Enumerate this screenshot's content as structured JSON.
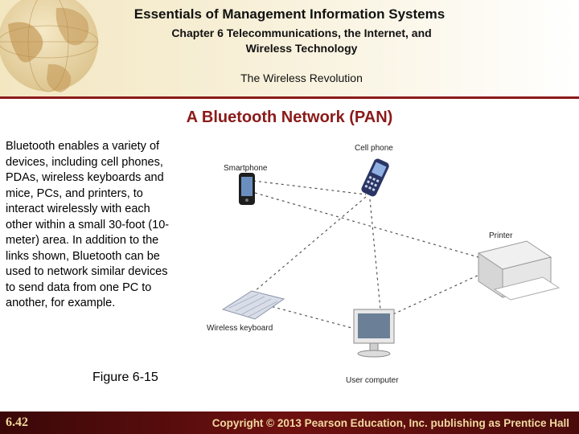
{
  "header": {
    "title": "Essentials of Management Information Systems",
    "subtitle": "Chapter 6 Telecommunications, the Internet, and Wireless Technology",
    "section": "The Wireless Revolution"
  },
  "slide": {
    "title": "A Bluetooth Network (PAN)",
    "body": "Bluetooth enables a variety of devices, including cell phones, PDAs, wireless keyboards and mice, PCs, and printers, to interact wirelessly with each other within a small 30-foot (10-meter) area. In addition to the links shown, Bluetooth can be used to network similar devices to send data from one PC to another, for example.",
    "caption": "Figure 6-15"
  },
  "figure": {
    "devices": {
      "cell_phone": "Cell phone",
      "smartphone": "Smartphone",
      "printer": "Printer",
      "keyboard": "Wireless keyboard",
      "user_computer": "User computer"
    }
  },
  "footer": {
    "page": "6.42",
    "copyright": "Copyright © 2013 Pearson Education, Inc. publishing as Prentice Hall"
  },
  "colors": {
    "accent": "#8b1a1a",
    "footer_text": "#f1d9a0"
  }
}
